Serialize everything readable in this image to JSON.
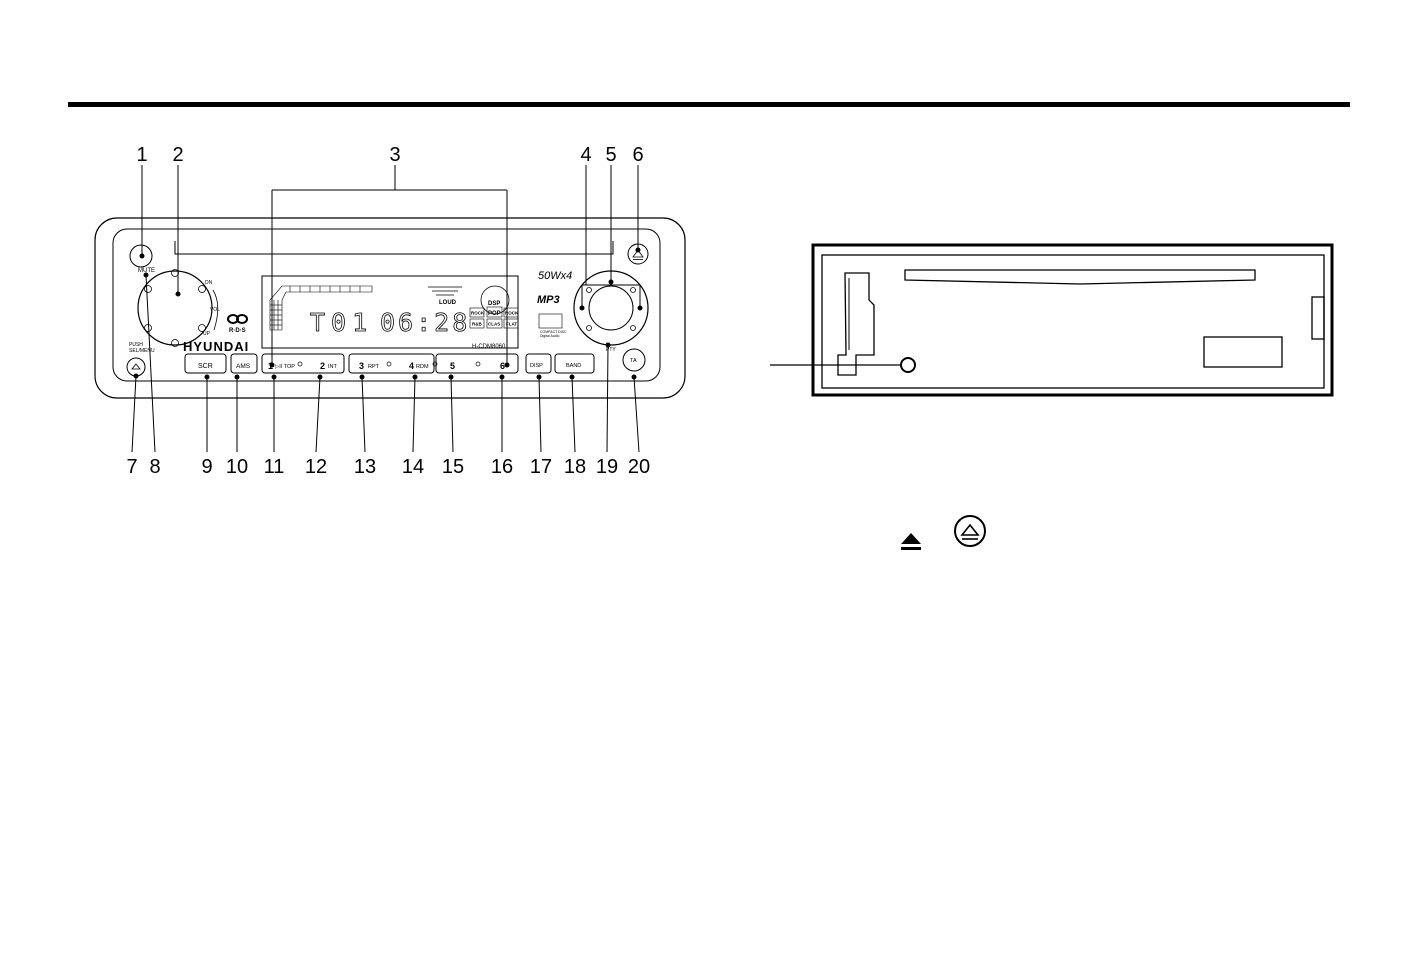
{
  "callouts_top": [
    "1",
    "2",
    "3",
    "4",
    "5",
    "6"
  ],
  "callouts_bottom": [
    "7",
    "8",
    "9",
    "10",
    "11",
    "12",
    "13",
    "14",
    "15",
    "16",
    "17",
    "18",
    "19",
    "20"
  ],
  "unit": {
    "brand": "HYUNDAI",
    "model": "H-CDM8060",
    "power": "50Wx4",
    "mp3": "MP3",
    "rds": "R·D·S",
    "compact_disc": "COMPACT DISC",
    "digital_audio": "Digital Audio",
    "mute": "MUTE",
    "push_sel": "PUSH",
    "sel_menu": "SEL/MENU",
    "vol": "VOL",
    "dn": "DN",
    "up": "UP",
    "pty": "PTY",
    "lcd_track": "T01",
    "lcd_time": "06:28",
    "lcd_loud": "LOUD",
    "lcd_dsp": "DSP",
    "eq_labels": [
      "ROCK",
      "POP",
      "ROCK",
      "R&B",
      "CLAS",
      "FLAT"
    ],
    "buttons": {
      "scr": "SCR",
      "ams": "AMS",
      "p1": "1",
      "p1_sub": "▷II TOP",
      "p2": "2",
      "p2_sub": "INT",
      "p3": "3",
      "p3_sub": "RPT",
      "p4": "4",
      "p4_sub": "RDM",
      "p5": "5",
      "p6": "6",
      "disp": "DISP",
      "band": "BAND",
      "ta": "TA"
    }
  },
  "icons": [
    "eject-icon",
    "eject-circle-icon",
    "release-button-icon",
    "cd-logo-icon"
  ],
  "colors": {
    "ink": "#000000",
    "panel": "#ffffff",
    "light_ink": "#555555"
  }
}
